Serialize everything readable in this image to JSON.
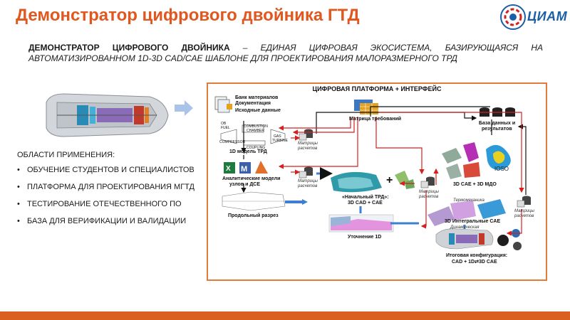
{
  "header": {
    "title": "Демонстратор цифрового двойника ГТД",
    "logo_text": "ЦИАМ"
  },
  "subtitle": {
    "lead": "ДЕМОНСТРАТОР ЦИФРОВОГО ДВОЙНИКА",
    "rest": " – ЕДИНАЯ ЦИФРОВАЯ ЭКОСИСТЕМА, БАЗИРУЮЩАЯСЯ НА АВТОМАТИЗИРОВАННОМ 1D-3D CAD/CAE ШАБЛОНЕ ДЛЯ ПРОЕКТИРОВАНИЯ МАЛОРАЗМЕРНОГО ТРД"
  },
  "areas": {
    "title": "ОБЛАСТИ ПРИМЕНЕНИЯ:",
    "items": [
      "ОБУЧЕНИЕ СТУДЕНТОВ И СПЕЦИАЛИСТОВ",
      "ПЛАТФОРМА ДЛЯ ПРОЕКТИРОВАНИЯ МГТД",
      "ТЕСТИРОВАНИЕ ОТЕЧЕСТВЕННОГО ПО",
      "БАЗА ДЛЯ ВЕРИФИКАЦИИ И ВАЛИДАЦИИ"
    ]
  },
  "diagram": {
    "panel_title": "ЦИФРОВАЯ ПЛАТФОРМА + ИНТЕРФЕЙС",
    "materials_bank": "Банк материалов",
    "documentation": "Документация",
    "input_data": "Исходные данные",
    "requirements_matrix": "Матрица требований",
    "database": "База данных и",
    "database_2": "результатов",
    "model_1d": "1D модель ТРД",
    "analytic_models": "Аналитические модели",
    "analytic_models_2": "узлов и ДСЕ",
    "longitudinal_section": "Продольный разрез",
    "initial_trd": "«Начальный ТРД»:",
    "initial_trd_2": "3D CAD + CAE",
    "refinement_1d": "Уточнение 1D",
    "cae_mdo": "3D CAE + 3D МДО",
    "thermomechanics": "Термомеханика",
    "dynamics": "Динамическая",
    "integral_cae": "3D Интегральные CAE",
    "final_config": "Итоговая конфигурация:",
    "final_config_2": "CAD + 1D⇄3D CAE",
    "calc_matrix_a": "Матрицы",
    "calc_matrix_b": "расчетов",
    "iosa": "IOSO",
    "combustion": "COMBUSTION",
    "chamber": "CHAMBER",
    "compressor": "COMPRESSOR",
    "coupling": "COUPLING",
    "gas_turbine": "GAS",
    "gas_turbine_2": "TURBINE",
    "ob_label": "OB",
    "fuel_label": "FUEL"
  },
  "colors": {
    "title": "#e0571f",
    "panel_border": "#e07b3c",
    "arrow_red": "#d42020",
    "arrow_black": "#111111",
    "arrow_blue": "#3d7fd1",
    "bottom_bar": "#d9601e",
    "logo_blue": "#1a5ea8"
  }
}
